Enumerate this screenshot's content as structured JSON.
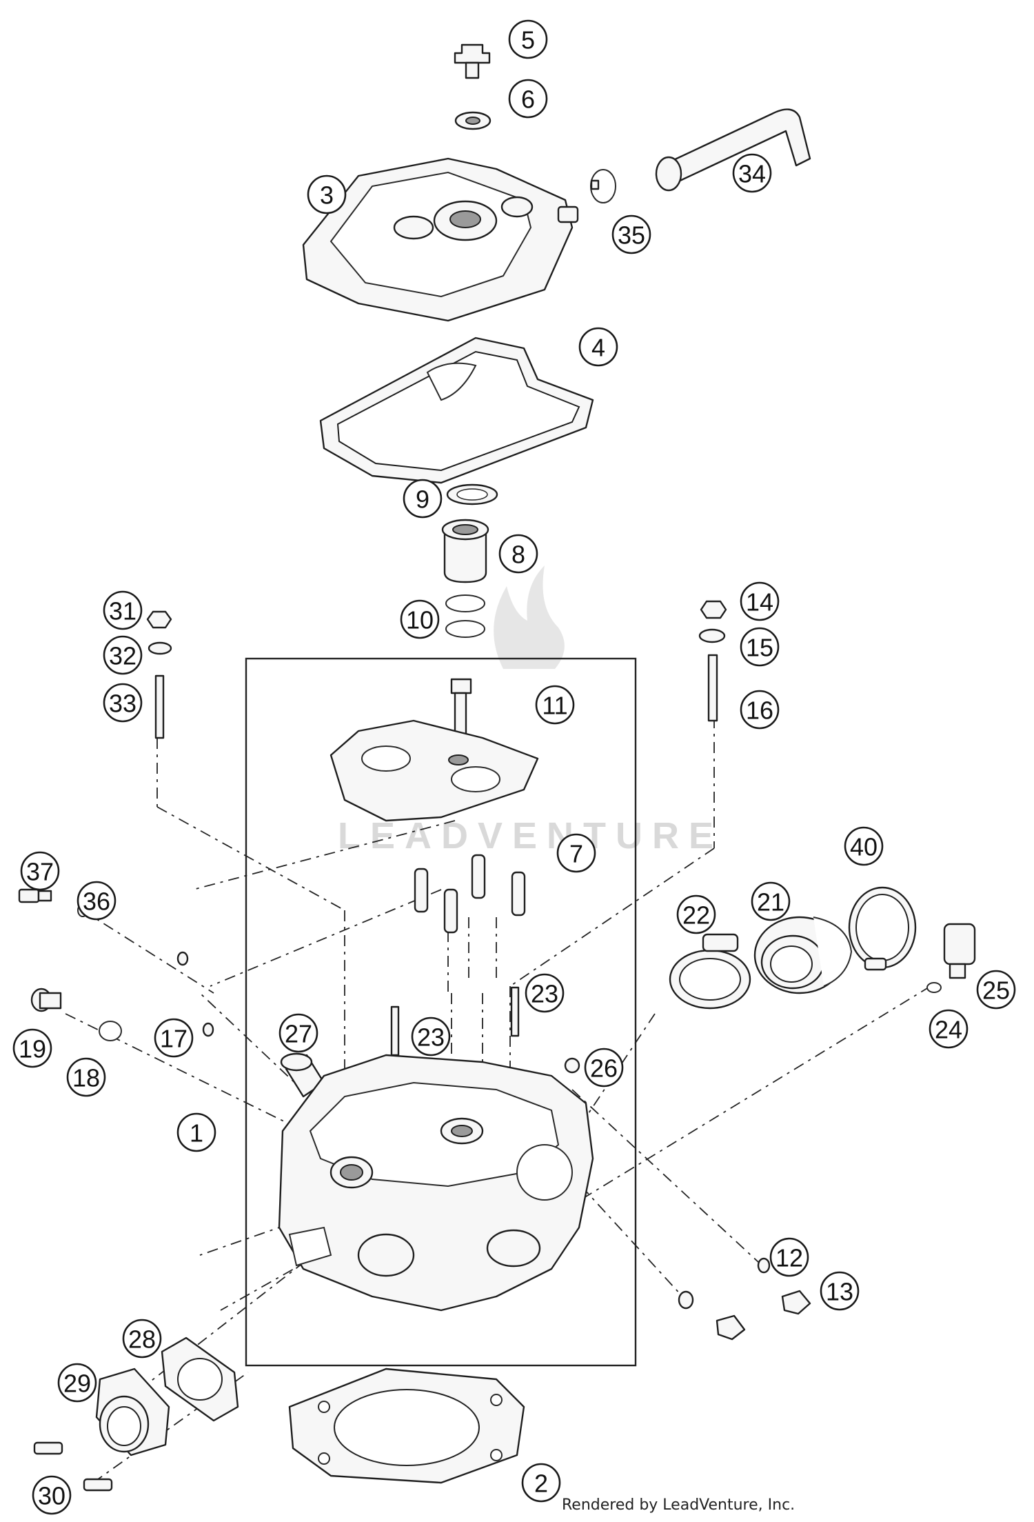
{
  "callouts": [
    "1",
    "2",
    "3",
    "4",
    "5",
    "6",
    "7",
    "8",
    "9",
    "10",
    "11",
    "12",
    "13",
    "14",
    "15",
    "16",
    "17",
    "18",
    "19",
    "21",
    "22",
    "23",
    "23",
    "24",
    "25",
    "26",
    "27",
    "28",
    "29",
    "30",
    "31",
    "32",
    "33",
    "34",
    "35",
    "36",
    "37",
    "40"
  ],
  "watermark": "LEADVENTURE",
  "credit": "Rendered by LeadVenture, Inc."
}
